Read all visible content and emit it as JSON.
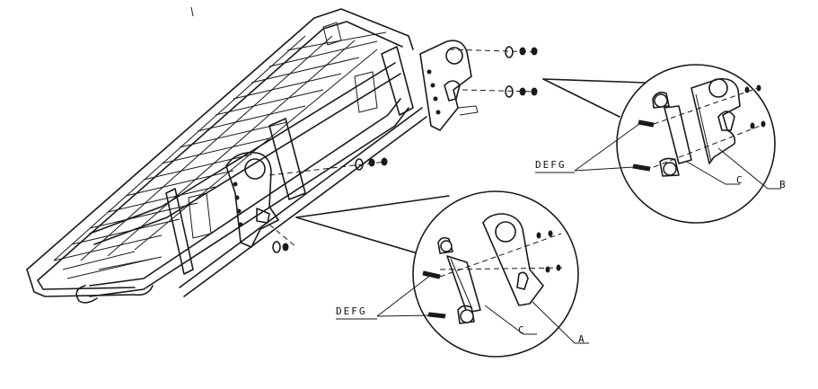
{
  "labels": {
    "fasteners_right": "DEFG",
    "fasteners_left": "DEFG",
    "part_a": "A",
    "part_b": "B",
    "part_c_left": "C",
    "part_c_right": "C"
  }
}
